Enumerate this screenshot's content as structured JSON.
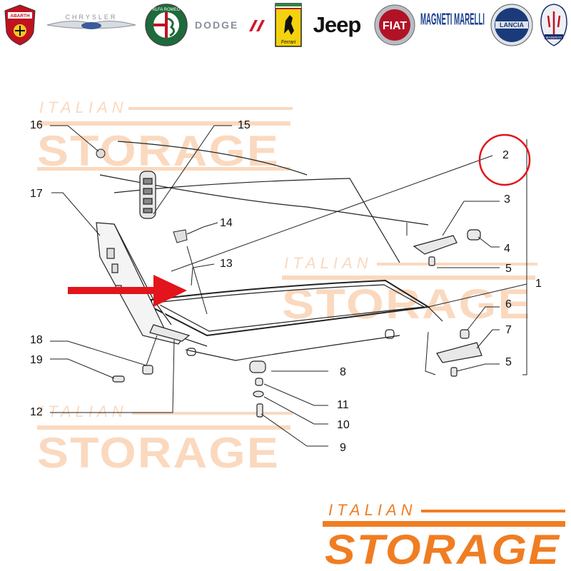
{
  "brand_logos": [
    {
      "id": "abarth",
      "text": "ABARTH",
      "color": "#c0121f"
    },
    {
      "id": "chrysler",
      "text": "CHRYSLER",
      "color": "#8a8f99"
    },
    {
      "id": "alfa",
      "text": "ALFA ROMEO",
      "color": "#1d6b3a"
    },
    {
      "id": "dodge",
      "text": "DODGE",
      "color": "#8a8f99"
    },
    {
      "id": "ferrari",
      "text": "Ferrari",
      "color": "#f4d20e"
    },
    {
      "id": "jeep",
      "text": "Jeep",
      "color": "#111111"
    },
    {
      "id": "fiat",
      "text": "FIAT",
      "color": "#b11226"
    },
    {
      "id": "magneti",
      "text": "MAGNETI MARELLI",
      "color": "#1b3f8f"
    },
    {
      "id": "lancia",
      "text": "LANCIA",
      "color": "#1a3a7a"
    },
    {
      "id": "maserati",
      "text": "MASERATI",
      "color": "#1a2f6e"
    }
  ],
  "watermark": {
    "line1": "ITALIAN",
    "line2": "STORAGE",
    "color": "#f08a3c"
  },
  "callouts": [
    "1",
    "2",
    "3",
    "4",
    "5",
    "5",
    "6",
    "7",
    "8",
    "9",
    "10",
    "11",
    "12",
    "13",
    "14",
    "15",
    "16",
    "17",
    "18",
    "19"
  ],
  "colors": {
    "line": "#222222",
    "arrow": "#e3141b",
    "highlight": "#e3141b",
    "orange": "#f07d22"
  }
}
